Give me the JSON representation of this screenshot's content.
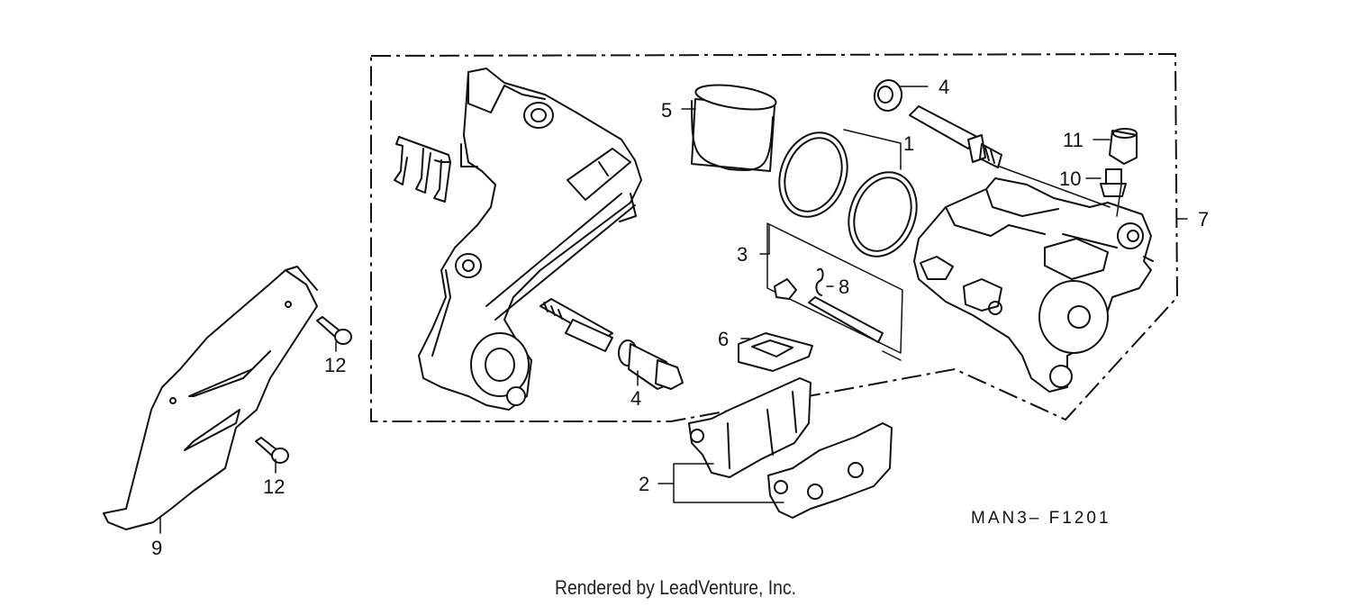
{
  "diagram": {
    "parts": [
      {
        "id": "p1",
        "label": "1"
      },
      {
        "id": "p2",
        "label": "2"
      },
      {
        "id": "p3",
        "label": "3"
      },
      {
        "id": "p4a",
        "label": "4"
      },
      {
        "id": "p4b",
        "label": "4"
      },
      {
        "id": "p5",
        "label": "5"
      },
      {
        "id": "p6",
        "label": "6"
      },
      {
        "id": "p7",
        "label": "7"
      },
      {
        "id": "p8",
        "label": "8"
      },
      {
        "id": "p9",
        "label": "9"
      },
      {
        "id": "p10",
        "label": "10"
      },
      {
        "id": "p11",
        "label": "11"
      },
      {
        "id": "p12a",
        "label": "12"
      },
      {
        "id": "p12b",
        "label": "12"
      }
    ],
    "figure_code": "MAN3– F1201"
  },
  "footer": {
    "text": "Rendered by LeadVenture, Inc."
  }
}
